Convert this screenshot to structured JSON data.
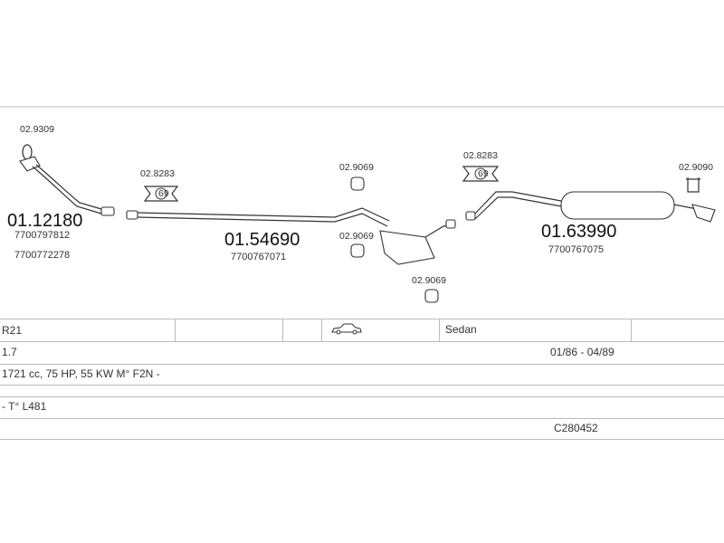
{
  "parts": {
    "front_pipe": {
      "number": "01.12180",
      "oem": [
        "7700797812",
        "7700772278"
      ]
    },
    "center_pipe": {
      "number": "01.54690",
      "oem": [
        "7700767071"
      ]
    },
    "rear_silencer": {
      "number": "01.63990",
      "oem": [
        "7700767075"
      ]
    }
  },
  "refs": {
    "gasket_front": "02.9309",
    "clamp_front": "02.8283",
    "clamp_rear": "02.8283",
    "clamp_badge": "69",
    "hanger_1": "02.9069",
    "hanger_2": "02.9069",
    "hanger_3": "02.9069",
    "hanger_4": "02.9090"
  },
  "vehicle": {
    "model": "R21",
    "body": "Sedan",
    "engine": "1.7",
    "years": "01/86 - 04/89",
    "spec": "1721 cc, 75 HP, 55 KW M° F2N -",
    "type": "- T° L481",
    "code": "C280452",
    "icon": "sedan-car-icon"
  }
}
